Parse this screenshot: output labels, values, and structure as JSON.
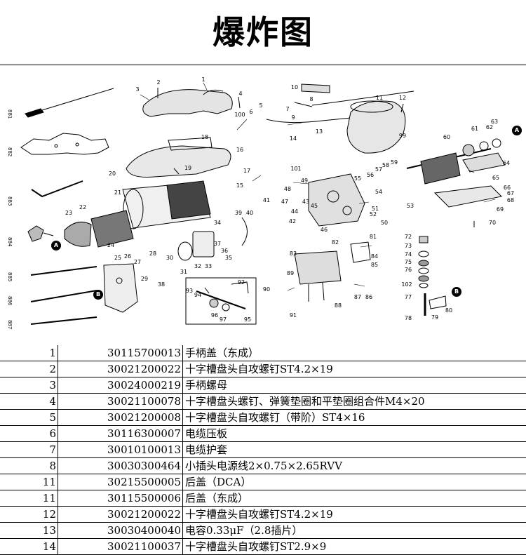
{
  "title": "爆炸图",
  "diagram": {
    "callouts": [
      "1",
      "2",
      "3",
      "4",
      "5",
      "6",
      "7",
      "8",
      "9",
      "10",
      "11",
      "12",
      "13",
      "14",
      "15",
      "16",
      "17",
      "18",
      "19",
      "20",
      "21",
      "22",
      "23",
      "24",
      "25",
      "26",
      "27",
      "28",
      "29",
      "30",
      "31",
      "32",
      "33",
      "34",
      "35",
      "36",
      "37",
      "38",
      "39",
      "40",
      "41",
      "42",
      "43",
      "44",
      "45",
      "46",
      "47",
      "48",
      "49",
      "50",
      "51",
      "52",
      "53",
      "54",
      "55",
      "56",
      "57",
      "58",
      "59",
      "60",
      "61",
      "62",
      "63",
      "64",
      "65",
      "66",
      "67",
      "68",
      "69",
      "70",
      "72",
      "73",
      "74",
      "75",
      "76",
      "77",
      "78",
      "79",
      "80",
      "81",
      "82",
      "83",
      "84",
      "85",
      "86",
      "87",
      "88",
      "89",
      "90",
      "91",
      "92",
      "93",
      "94",
      "95",
      "96",
      "97",
      "99",
      "100",
      "101",
      "102",
      "A",
      "B"
    ],
    "side_labels": [
      "881",
      "882",
      "883",
      "884",
      "885",
      "886",
      "887"
    ]
  },
  "parts": [
    {
      "no": "1",
      "code": "30115700013",
      "desc": "手柄盖（东成）"
    },
    {
      "no": "2",
      "code": "30021200022",
      "desc": "十字槽盘头自攻螺钉ST4.2×19"
    },
    {
      "no": "3",
      "code": "30024000219",
      "desc": "手柄螺母"
    },
    {
      "no": "4",
      "code": "30021100078",
      "desc": "十字槽盘头螺钉、弹簧垫圈和平垫圈组合件M4×20"
    },
    {
      "no": "5",
      "code": "30021200008",
      "desc": "十字槽盘头自攻螺钉（带阶）ST4×16"
    },
    {
      "no": "6",
      "code": "30116300007",
      "desc": "电缆压板"
    },
    {
      "no": "7",
      "code": "30010100013",
      "desc": "电缆护套"
    },
    {
      "no": "8",
      "code": "30030300464",
      "desc": "小插头电源线2×0.75×2.65RVV"
    },
    {
      "no": "11",
      "code": "30215500005",
      "desc": "后盖（DCA）"
    },
    {
      "no": "11",
      "code": "30115500006",
      "desc": "后盖（东成）"
    },
    {
      "no": "12",
      "code": "30021200022",
      "desc": "十字槽盘头自攻螺钉ST4.2×19"
    },
    {
      "no": "13",
      "code": "30030400040",
      "desc": "电容0.33μF（2.8插片）"
    },
    {
      "no": "14",
      "code": "30021100037",
      "desc": "十字槽盘头自攻螺钉ST2.9×9"
    }
  ]
}
